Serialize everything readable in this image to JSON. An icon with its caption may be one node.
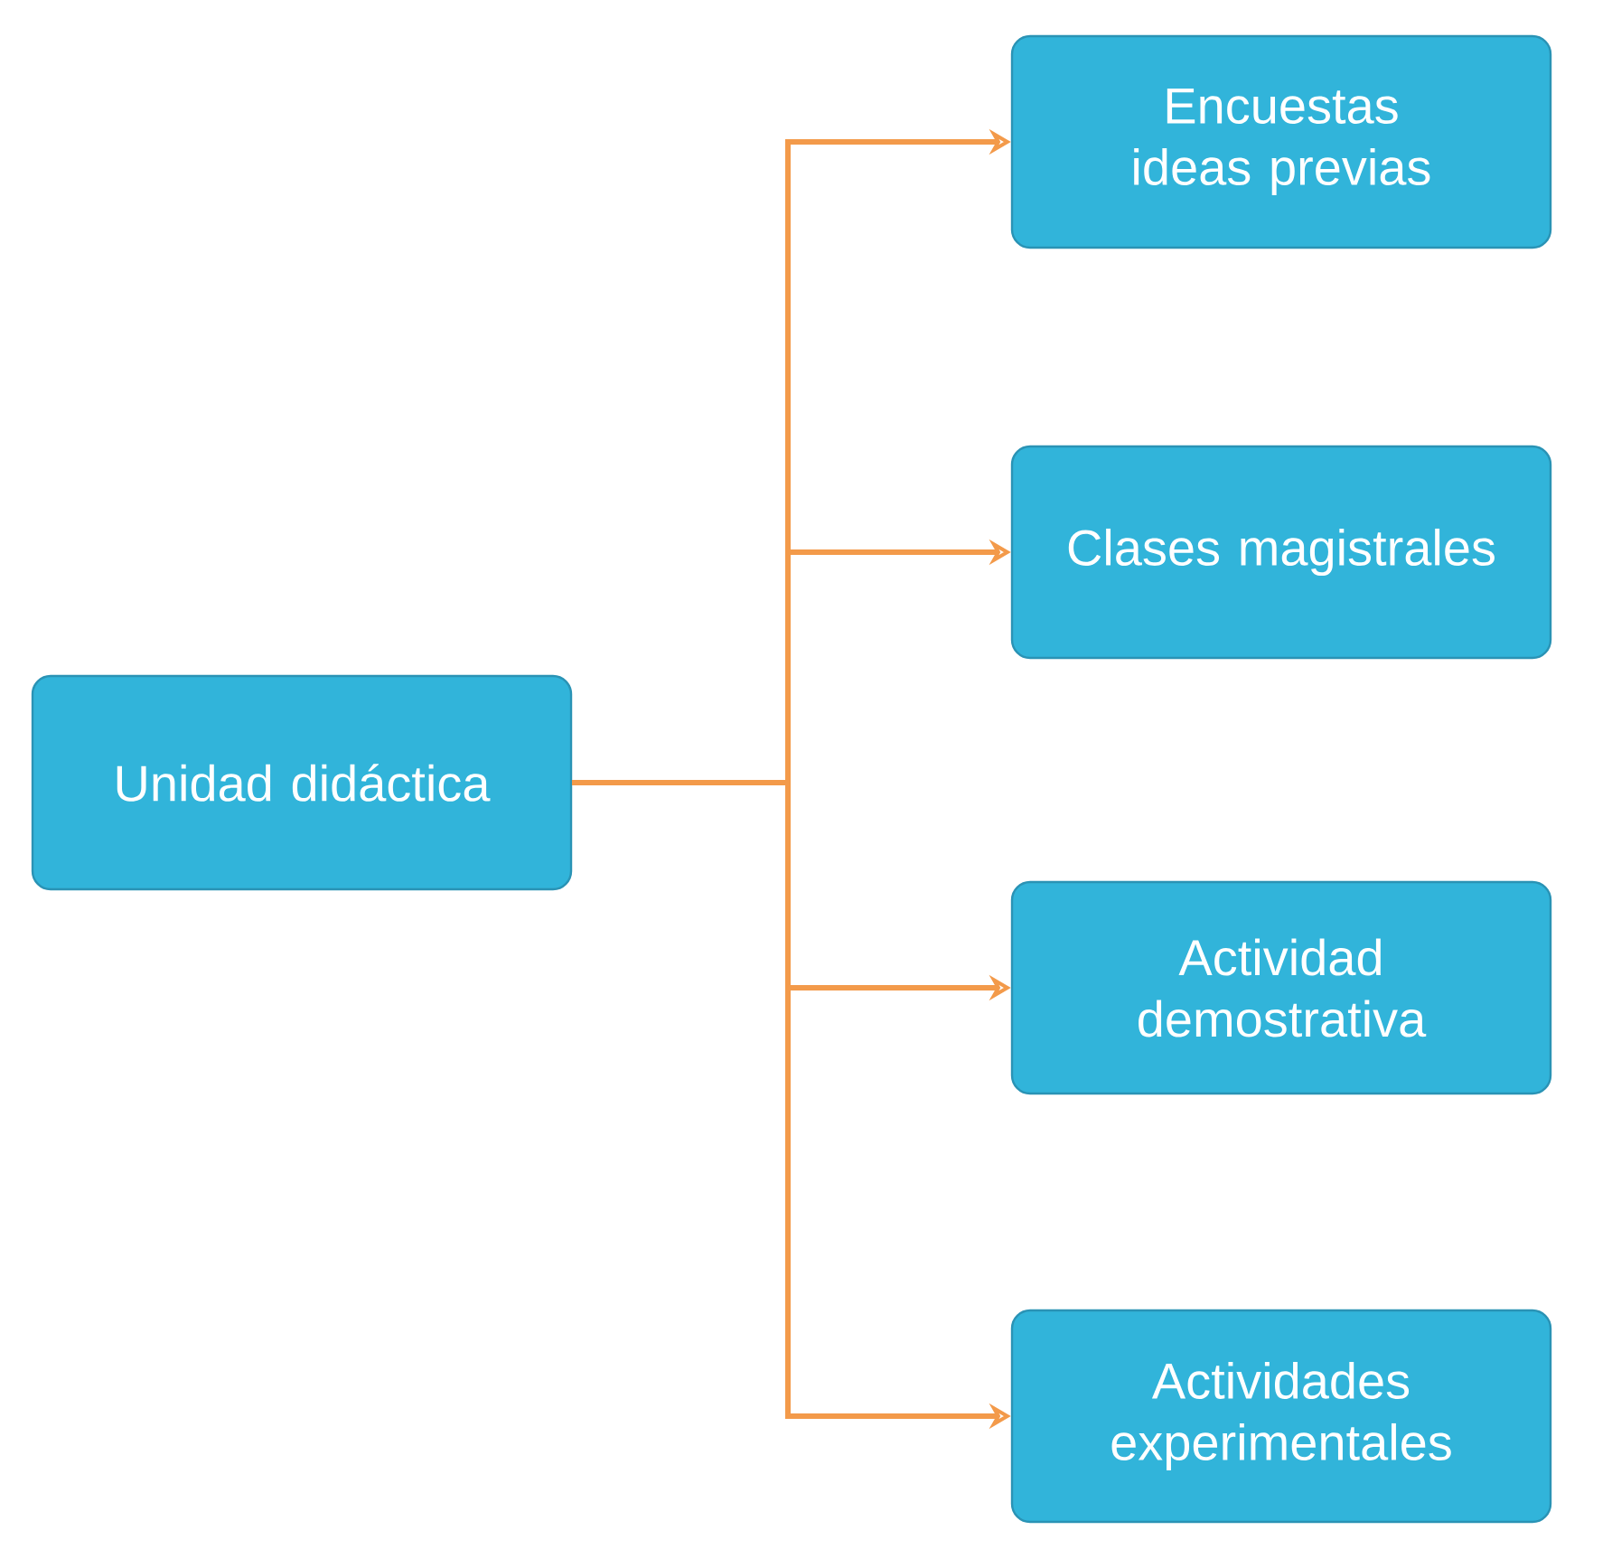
{
  "diagram": {
    "nodes": [
      {
        "text": [
          "Unidad didáctica"
        ]
      },
      {
        "text": [
          "Encuestas ideas previas"
        ]
      },
      {
        "text": [
          "Clases magistrales"
        ]
      },
      {
        "text": [
          "Actividad demostrativa"
        ]
      },
      {
        "text": [
          "Actividades experimentales"
        ]
      }
    ],
    "edges": [
      {
        "from": 0,
        "to": 1,
        "arrow": "to"
      },
      {
        "from": 0,
        "to": 2,
        "arrow": "to"
      },
      {
        "from": 0,
        "to": 3,
        "arrow": "to"
      },
      {
        "from": 0,
        "to": 4,
        "arrow": "to"
      }
    ]
  }
}
